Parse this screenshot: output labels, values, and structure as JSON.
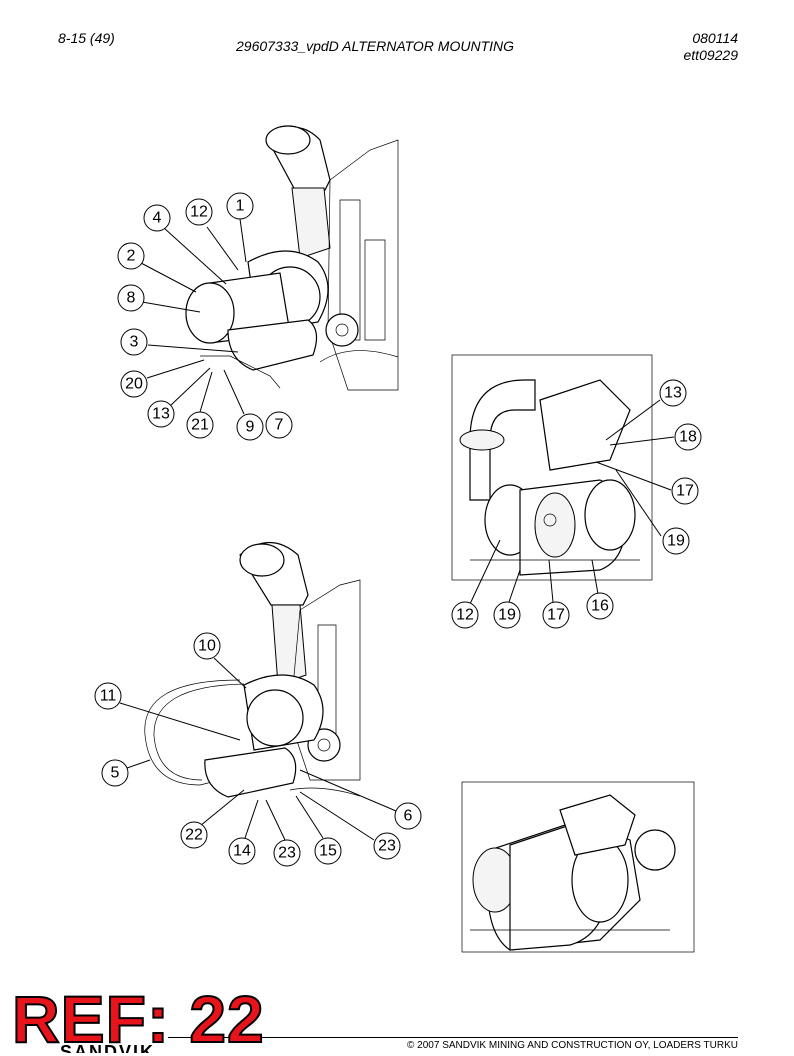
{
  "header": {
    "page": "8-15 (49)",
    "title": "29607333_vpdD ALTERNATOR MOUNTING",
    "code_line1": "080114",
    "code_line2": "ett09229"
  },
  "callouts": {
    "fig1": [
      "1",
      "12",
      "4",
      "2",
      "8",
      "3",
      "20",
      "13",
      "21",
      "9",
      "7"
    ],
    "fig2": [
      "13",
      "18",
      "17",
      "19",
      "12",
      "19",
      "17",
      "16"
    ],
    "fig3": [
      "10",
      "11",
      "5",
      "6",
      "22",
      "14",
      "23",
      "15",
      "23"
    ]
  },
  "footer": {
    "copyright": "© 2007 SANDVIK MINING AND CONSTRUCTION OY, LOADERS TURKU",
    "brand": "SANDVIK",
    "ref_stamp": "REF: 22"
  },
  "colors": {
    "stamp": "#e8141c",
    "ink": "#000000"
  }
}
